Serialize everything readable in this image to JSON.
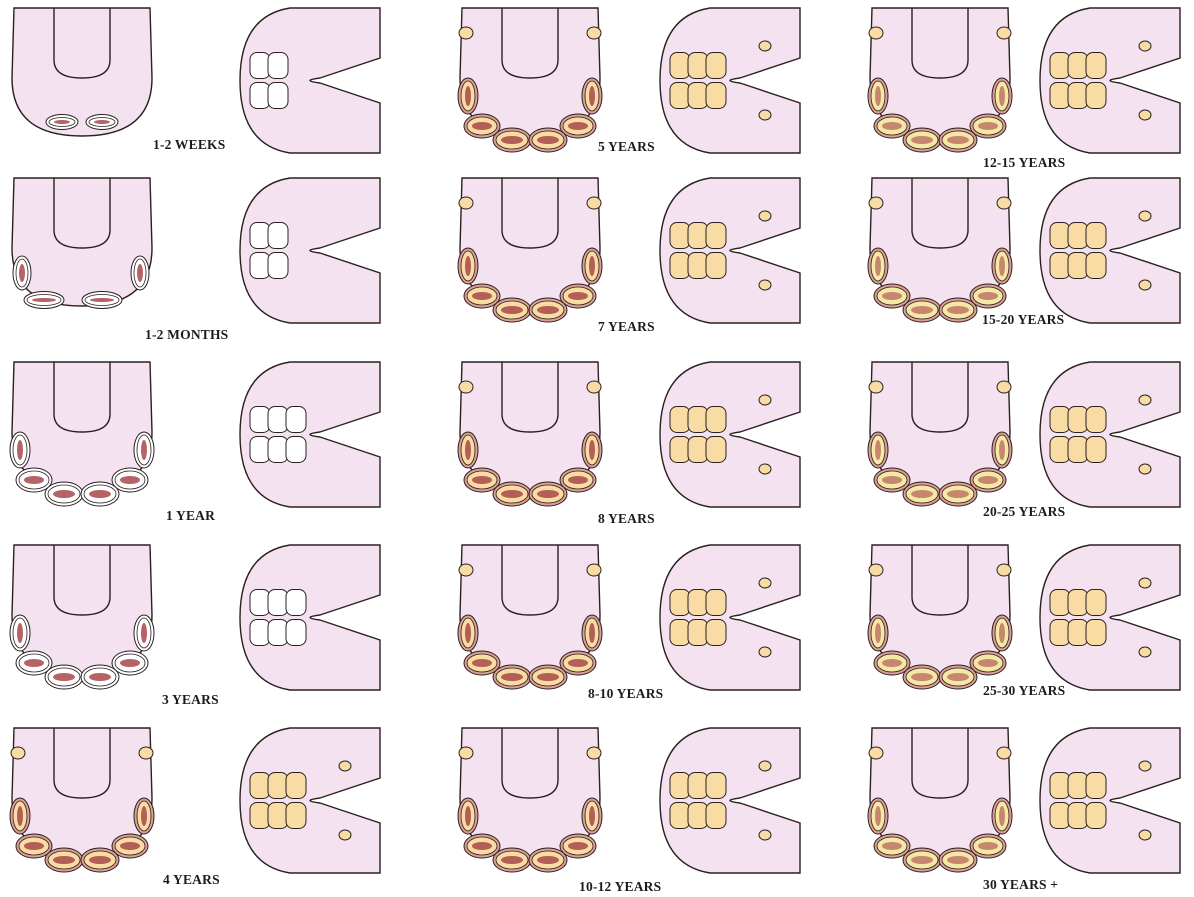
{
  "diagram": {
    "panels": [
      {
        "label": "1-2 WEEKS",
        "stage": "erupting"
      },
      {
        "label": "1-2 MONTHS",
        "stage": "erupting"
      },
      {
        "label": "1 YEAR",
        "stage": "milk"
      },
      {
        "label": "3 YEARS",
        "stage": "milk"
      },
      {
        "label": "4 YEARS",
        "stage": "young"
      },
      {
        "label": "5 YEARS",
        "stage": "cupped"
      },
      {
        "label": "7 YEARS",
        "stage": "cupped"
      },
      {
        "label": "8 YEARS",
        "stage": "cupped"
      },
      {
        "label": "8-10 YEARS",
        "stage": "cupped"
      },
      {
        "label": "10-12 YEARS",
        "stage": "cupped"
      },
      {
        "label": "12-15 YEARS",
        "stage": "round"
      },
      {
        "label": "15-20 YEARS",
        "stage": "round"
      },
      {
        "label": "20-25 YEARS",
        "stage": "round"
      },
      {
        "label": "25-30 YEARS",
        "stage": "old"
      },
      {
        "label": "30 YEARS +",
        "stage": "old"
      }
    ]
  },
  "colors": {
    "gum": "#f4e2f1",
    "gum_dark": "#e9c6df",
    "tooth": "#f8dca4",
    "tooth_old": "#f5e7a6",
    "tooth_rim": "#dd9f94",
    "cup": "#a8484a",
    "milk": "#ffffff",
    "outline": "#2a2020"
  }
}
